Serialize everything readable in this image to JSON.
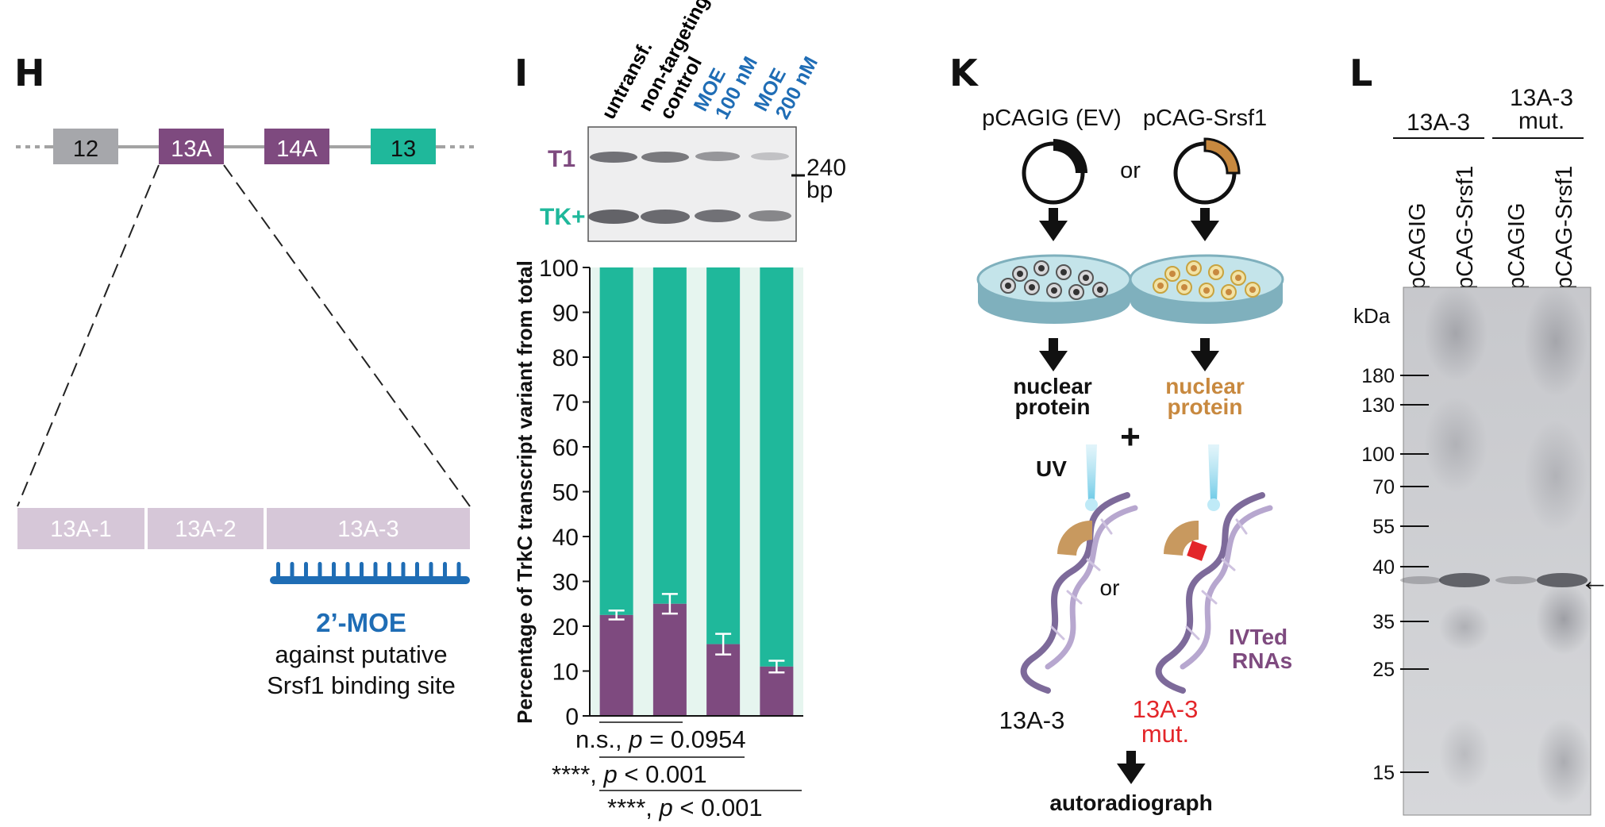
{
  "colors": {
    "purple": "#7e4a7f",
    "teal": "#1fb89b",
    "gray_exon": "#a6a7ab",
    "light_purple": "#d6c7d8",
    "blue": "#1f6db5",
    "orange": "#c8893f",
    "red": "#e3262a",
    "line": "#a3a3a3",
    "grid_bg": "#e6f5ef"
  },
  "panels": {
    "H": {
      "label": "H",
      "exons": [
        "12",
        "13A",
        "14A",
        "13"
      ],
      "subregions": [
        "13A-1",
        "13A-2",
        "13A-3"
      ],
      "moe_title": "2’-MOE",
      "moe_line1": "against putative",
      "moe_line2": "Srsf1 binding site"
    },
    "I": {
      "label": "I",
      "lane_labels": [
        {
          "line1": "untransf.",
          "line2": "",
          "color": "#111111"
        },
        {
          "line1": "non-targeting",
          "line2": "control",
          "color": "#111111"
        },
        {
          "line1": "MOE",
          "line2": "100 nM",
          "color": "#1f6db5"
        },
        {
          "line1": "MOE",
          "line2": "200 nM",
          "color": "#1f6db5"
        }
      ],
      "gel_band_top": "T1",
      "gel_band_bottom": "TK+",
      "size_marker_value": "240",
      "size_marker_unit": "bp",
      "stats": [
        {
          "stars": "n.s.,",
          "p": "p",
          "rel": "= 0.0954"
        },
        {
          "stars": "****,",
          "p": "p",
          "rel": "< 0.001"
        },
        {
          "stars": "****,",
          "p": "p",
          "rel": "< 0.001"
        }
      ]
    },
    "K": {
      "label": "K",
      "plasmid_left": "pCAGIG (EV)",
      "plasmid_right": "pCAG-Srsf1",
      "or_top": "or",
      "nuclear_left_1": "nuclear",
      "nuclear_left_2": "protein",
      "nuclear_right_1": "nuclear",
      "nuclear_right_2": "protein",
      "plus": "+",
      "uv": "UV",
      "or_mid": "or",
      "ivted_1": "IVTed",
      "ivted_2": "RNAs",
      "rna_left": "13A-3",
      "rna_right_1": "13A-3",
      "rna_right_2": "mut.",
      "autoradiograph": "autoradiograph"
    },
    "L": {
      "label": "L",
      "group_left": "13A-3",
      "group_right_1": "13A-3",
      "group_right_2": "mut.",
      "lanes": [
        "pCAGIG",
        "pCAG-Srsf1",
        "pCAGIG",
        "pCAG-Srsf1"
      ],
      "unit": "kDa",
      "markers": [
        "180",
        "130",
        "100",
        "70",
        "55",
        "40",
        "35",
        "25",
        "15"
      ],
      "arrow": "←"
    }
  },
  "chart_data": {
    "type": "bar",
    "stacked": true,
    "categories": [
      "untransf.",
      "non-targeting control",
      "MOE 100 nM",
      "MOE 200 nM"
    ],
    "series": [
      {
        "name": "T1",
        "color": "#7e4a7f",
        "values": [
          22.5,
          25.0,
          16.0,
          11.0
        ],
        "error": [
          1.0,
          2.2,
          2.3,
          1.3
        ]
      },
      {
        "name": "TK+",
        "color": "#1fb89b",
        "values": [
          77.5,
          75.0,
          84.0,
          89.0
        ]
      }
    ],
    "ylabel": "Percentage of TrkC transcript variant from total",
    "ylim": [
      0,
      100
    ],
    "yticks": [
      0,
      10,
      20,
      30,
      40,
      50,
      60,
      70,
      80,
      90,
      100
    ]
  }
}
